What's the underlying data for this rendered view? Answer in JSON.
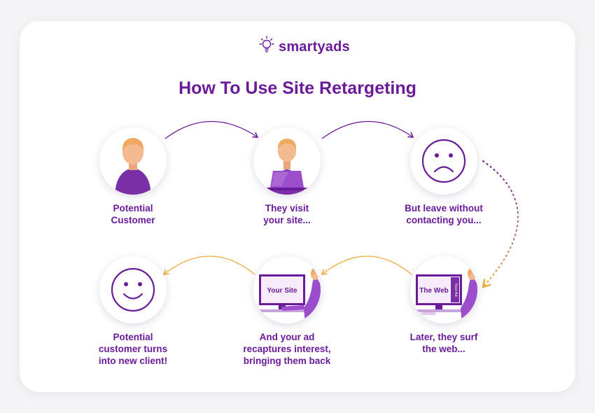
{
  "brand": {
    "name": "smartyads",
    "icon": "lightbulb-icon"
  },
  "title": "How To Use Site Retargeting",
  "colors": {
    "primary": "#6a1b9a",
    "accent_orange": "#f2a93b",
    "skin": "#f3b98f",
    "hair": "#f0a860"
  },
  "steps": [
    {
      "label_line1": "Potential",
      "label_line2": "Customer",
      "icon": "person-icon"
    },
    {
      "label_line1": "They visit",
      "label_line2": "your site...",
      "icon": "person-laptop-icon"
    },
    {
      "label_line1": "But leave without",
      "label_line2": "contacting you...",
      "icon": "sad-face-icon"
    },
    {
      "label_line1": "Later, they surf",
      "label_line2": "the web...",
      "icon": "computer-web-icon",
      "screen_text": "The Web",
      "ad_text": "Your Ad"
    },
    {
      "label_line1": "And your ad",
      "label_line2": "recaptures interest,",
      "label_line3": "bringing them back",
      "icon": "computer-site-icon",
      "screen_text": "Your Site"
    },
    {
      "label_line1": "Potential",
      "label_line2": "customer turns",
      "label_line3": "into new client!",
      "icon": "happy-face-icon"
    }
  ]
}
